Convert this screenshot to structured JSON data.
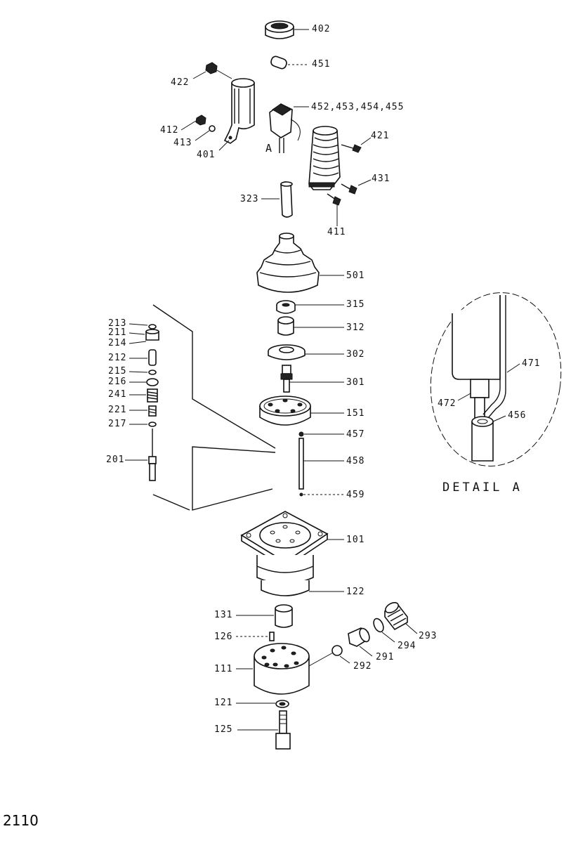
{
  "diagram": {
    "detail_title": "DETAIL A",
    "detail_marker": "A",
    "page_number": "2110",
    "callouts": {
      "p402": "402",
      "p451": "451",
      "p422": "422",
      "p452": "452,453,454,455",
      "p412": "412",
      "p413": "413",
      "p401": "401",
      "p421": "421",
      "p431": "431",
      "p411": "411",
      "p323": "323",
      "p501": "501",
      "p315": "315",
      "p312": "312",
      "p302": "302",
      "p301": "301",
      "p151": "151",
      "p457": "457",
      "p458": "458",
      "p459": "459",
      "p101": "101",
      "p122": "122",
      "p131": "131",
      "p126": "126",
      "p111": "111",
      "p121": "121",
      "p125": "125",
      "p292": "292",
      "p291": "291",
      "p294": "294",
      "p293": "293",
      "p213": "213",
      "p211": "211",
      "p214": "214",
      "p212": "212",
      "p215": "215",
      "p216": "216",
      "p241": "241",
      "p221": "221",
      "p217": "217",
      "p201": "201",
      "p471": "471",
      "p472": "472",
      "p456": "456"
    }
  }
}
